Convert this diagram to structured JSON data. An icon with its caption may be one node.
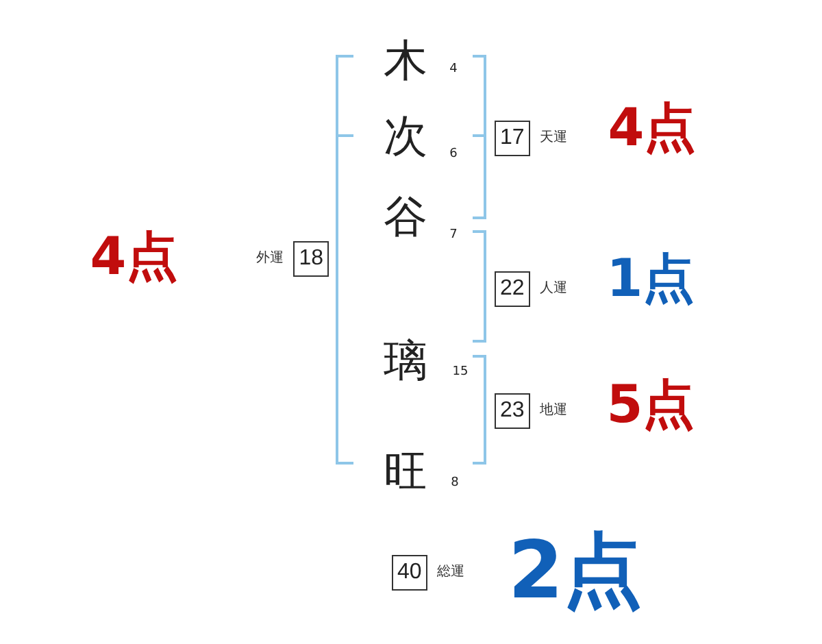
{
  "diagram": {
    "nodes": [
      {
        "text": [
          "17"
        ],
        "beside": [
          "天運"
        ]
      },
      {
        "text": [
          "18"
        ],
        "beside": [
          "外運"
        ]
      },
      {
        "text": [
          "22"
        ],
        "beside": [
          "人運"
        ]
      },
      {
        "text": [
          "23"
        ],
        "beside": [
          "地運"
        ]
      },
      {
        "text": [
          "40"
        ],
        "beside": [
          "総運"
        ]
      }
    ],
    "labels": [
      "木",
      "4",
      "次",
      "6",
      "4点",
      "谷",
      "7",
      "4点",
      "1点",
      "璃",
      "15",
      "5点",
      "旺",
      "8",
      "2点"
    ]
  }
}
